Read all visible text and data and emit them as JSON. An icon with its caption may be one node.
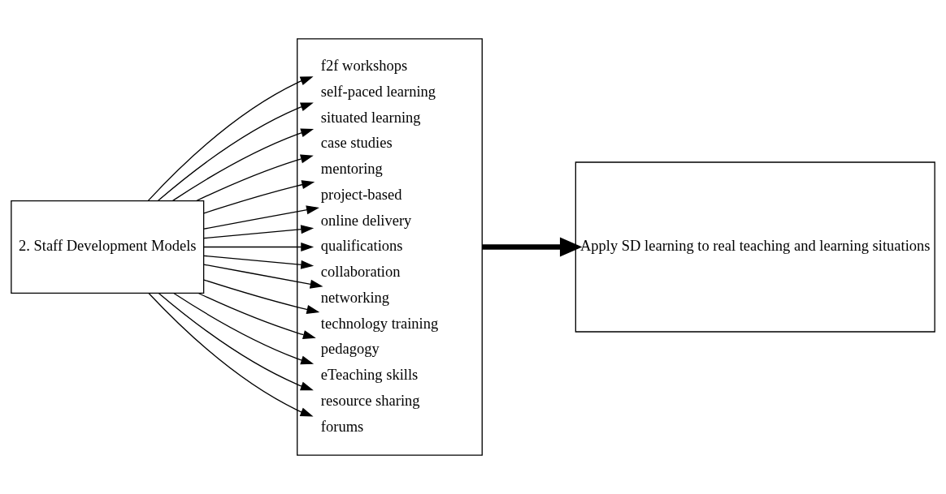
{
  "diagram": {
    "nodes": [
      {
        "text": [
          "2. Staff Development Models"
        ]
      },
      {
        "text": [],
        "shape": "box"
      },
      {
        "text": [
          "f2f workshops"
        ],
        "in": 1
      },
      {
        "text": [
          "self-paced learning"
        ],
        "in": 1
      },
      {
        "text": [
          "situated learning"
        ],
        "in": 1
      },
      {
        "text": [
          "case studies"
        ],
        "in": 1
      },
      {
        "text": [
          "mentoring"
        ],
        "in": 1
      },
      {
        "text": [
          "project-based"
        ],
        "in": 1
      },
      {
        "text": [
          "online delivery"
        ],
        "in": 1
      },
      {
        "text": [
          "qualifications"
        ],
        "in": 1
      },
      {
        "text": [
          "collaboration"
        ],
        "in": 1
      },
      {
        "text": [
          "networking"
        ],
        "in": 1
      },
      {
        "text": [
          "technology training"
        ],
        "in": 1
      },
      {
        "text": [
          "pedagogy"
        ],
        "in": 1
      },
      {
        "text": [
          "eTeaching skills"
        ],
        "in": 1
      },
      {
        "text": [
          "resource sharing"
        ],
        "in": 1
      },
      {
        "text": [
          "forums"
        ],
        "in": 1
      },
      {
        "text": [
          "Apply SD learning to real teaching and learning situations"
        ]
      }
    ],
    "edges": [
      {
        "from": 0,
        "to": 2,
        "arrow": "to"
      },
      {
        "from": 0,
        "to": 3,
        "arrow": "to"
      },
      {
        "from": 0,
        "to": 4,
        "arrow": "to"
      },
      {
        "from": 0,
        "to": 5,
        "arrow": "to"
      },
      {
        "from": 0,
        "to": 6,
        "arrow": "to"
      },
      {
        "from": 0,
        "to": 7,
        "arrow": "to"
      },
      {
        "from": 0,
        "to": 8,
        "arrow": "to"
      },
      {
        "from": 0,
        "to": 9,
        "arrow": "to"
      },
      {
        "from": 0,
        "to": 10,
        "arrow": "to"
      },
      {
        "from": 0,
        "to": 11,
        "arrow": "to"
      },
      {
        "from": 0,
        "to": 12,
        "arrow": "to"
      },
      {
        "from": 0,
        "to": 13,
        "arrow": "to"
      },
      {
        "from": 0,
        "to": 14,
        "arrow": "to"
      },
      {
        "from": 0,
        "to": 15,
        "arrow": "to"
      },
      {
        "from": 0,
        "to": 16,
        "arrow": "to"
      },
      {
        "from": 1,
        "to": 17,
        "arrow": "to",
        "style": "thick"
      }
    ]
  }
}
